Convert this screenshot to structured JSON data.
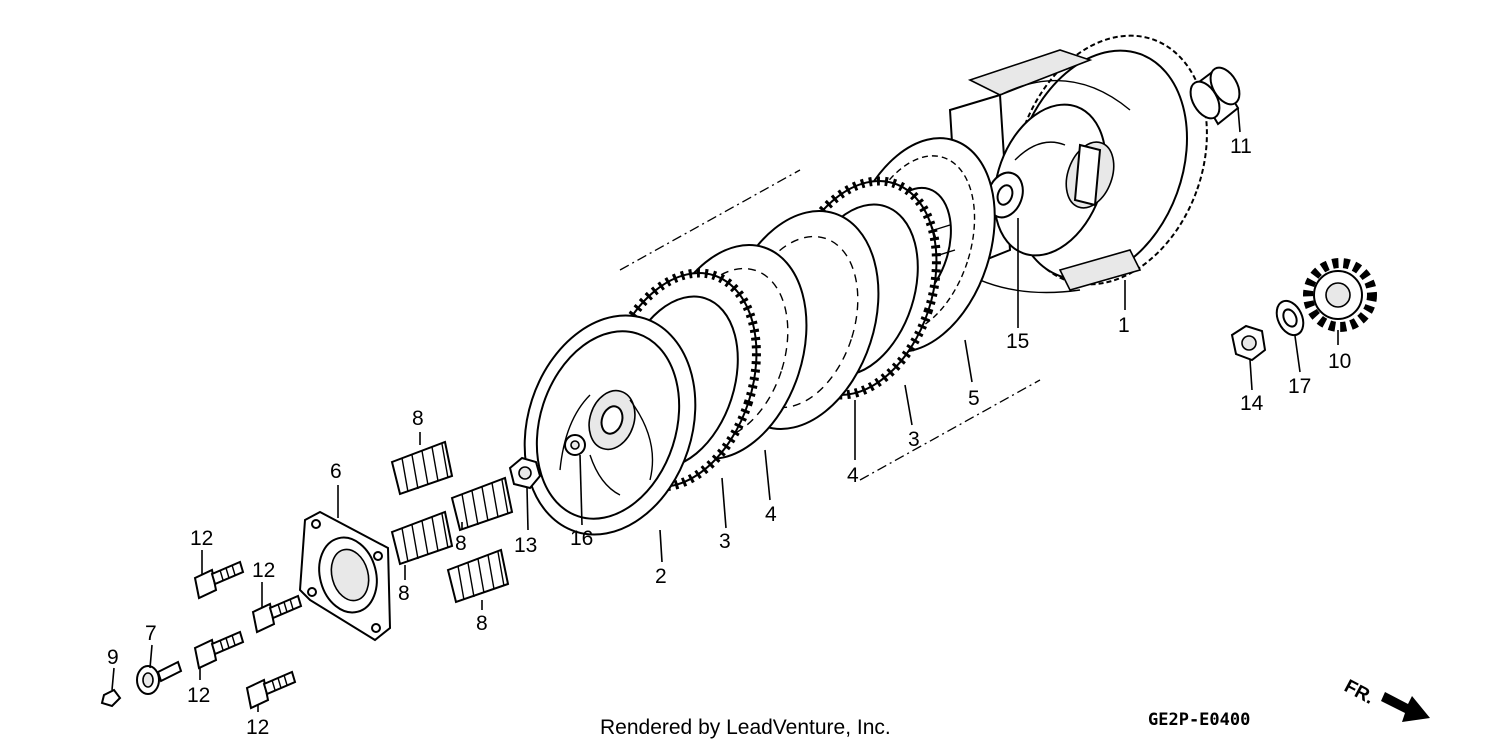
{
  "callouts": [
    {
      "id": "1",
      "label": "1"
    },
    {
      "id": "2",
      "label": "2"
    },
    {
      "id": "3a",
      "label": "3"
    },
    {
      "id": "3b",
      "label": "3"
    },
    {
      "id": "4a",
      "label": "4"
    },
    {
      "id": "4b",
      "label": "4"
    },
    {
      "id": "5",
      "label": "5"
    },
    {
      "id": "6",
      "label": "6"
    },
    {
      "id": "7",
      "label": "7"
    },
    {
      "id": "8a",
      "label": "8"
    },
    {
      "id": "8b",
      "label": "8"
    },
    {
      "id": "8c",
      "label": "8"
    },
    {
      "id": "8d",
      "label": "8"
    },
    {
      "id": "9",
      "label": "9"
    },
    {
      "id": "10",
      "label": "10"
    },
    {
      "id": "11",
      "label": "11"
    },
    {
      "id": "12a",
      "label": "12"
    },
    {
      "id": "12b",
      "label": "12"
    },
    {
      "id": "12c",
      "label": "12"
    },
    {
      "id": "12d",
      "label": "12"
    },
    {
      "id": "13",
      "label": "13"
    },
    {
      "id": "14",
      "label": "14"
    },
    {
      "id": "15",
      "label": "15"
    },
    {
      "id": "16",
      "label": "16"
    },
    {
      "id": "17",
      "label": "17"
    }
  ],
  "footer": {
    "rendered_by": "Rendered by LeadVenture, Inc.",
    "diagram_code": "GE2P-E0400",
    "direction_label": "FR."
  }
}
